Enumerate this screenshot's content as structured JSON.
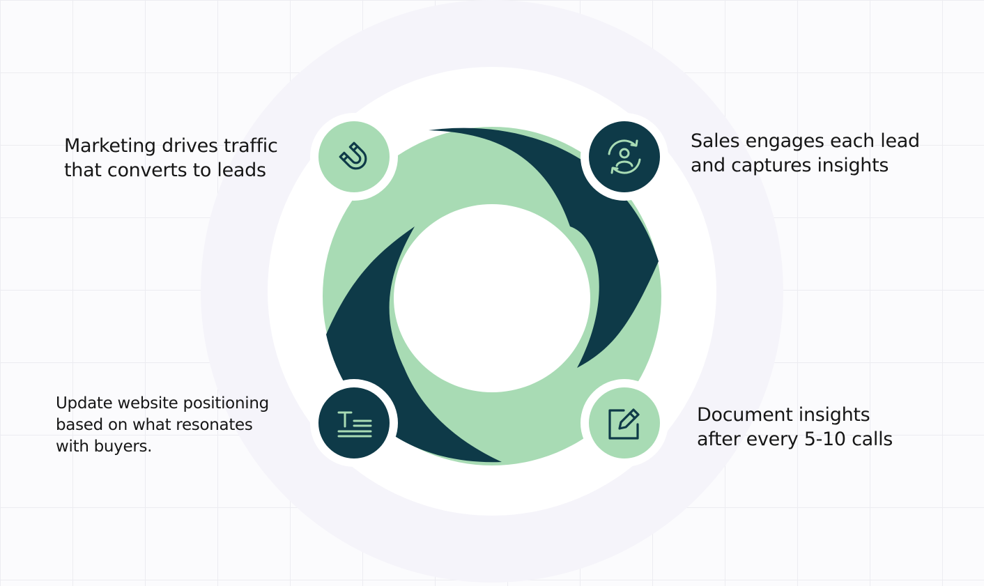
{
  "colors": {
    "dark": "#0e3a48",
    "light": "#a8dbb4",
    "halo": "#f5f4fa",
    "white": "#ffffff"
  },
  "steps": [
    {
      "id": "top-left",
      "text": "Marketing drives traffic\nthat converts to leads",
      "icon": "magnet-icon"
    },
    {
      "id": "top-right",
      "text": "Sales engages each lead\nand captures insights",
      "icon": "person-cycle-icon"
    },
    {
      "id": "bottom-right",
      "text": "Document insights\nafter every 5-10 calls",
      "icon": "edit-note-icon"
    },
    {
      "id": "bottom-left",
      "text": "Update website positioning\nbased on what resonates\nwith buyers.",
      "icon": "text-lines-icon"
    }
  ]
}
